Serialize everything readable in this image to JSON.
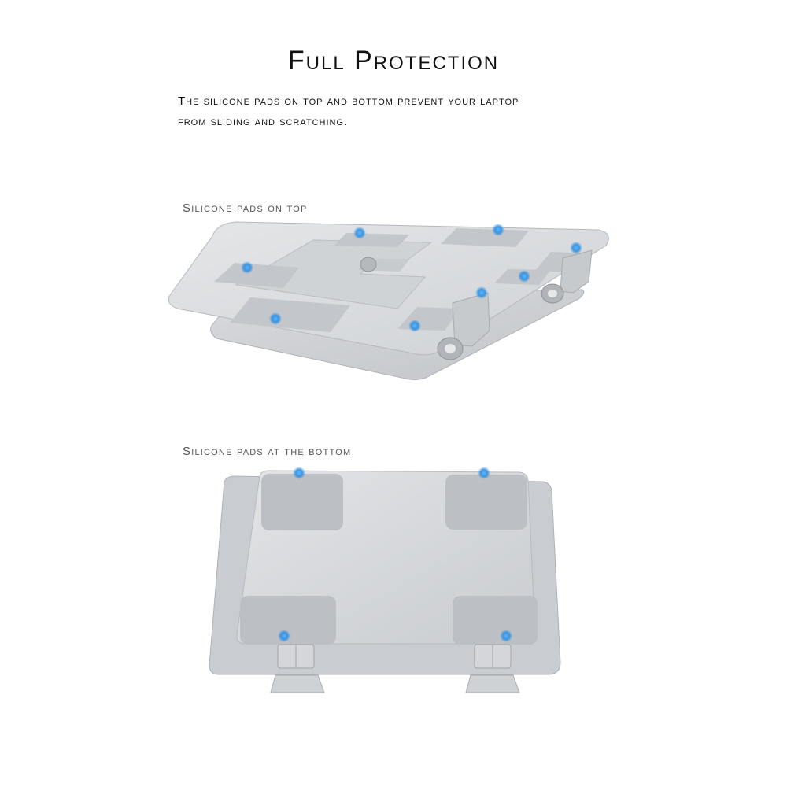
{
  "heading": {
    "title": "Full Protection",
    "description_line1": "The silicone pads on top and bottom prevent your laptop",
    "description_line2": "from sliding and scratching."
  },
  "top_view": {
    "label": "Silicone pads on top",
    "pad_count": 8
  },
  "bottom_view": {
    "label": "Silicone pads at the bottom",
    "pad_count": 4
  },
  "colors": {
    "marker": "#3a9be8",
    "aluminum": "#d7d9dc",
    "aluminum_dark": "#b9bcc0",
    "pad": "#bcbfc3",
    "text": "#111111",
    "label_text": "#555555"
  },
  "icons": [
    "blue-dot-marker"
  ]
}
